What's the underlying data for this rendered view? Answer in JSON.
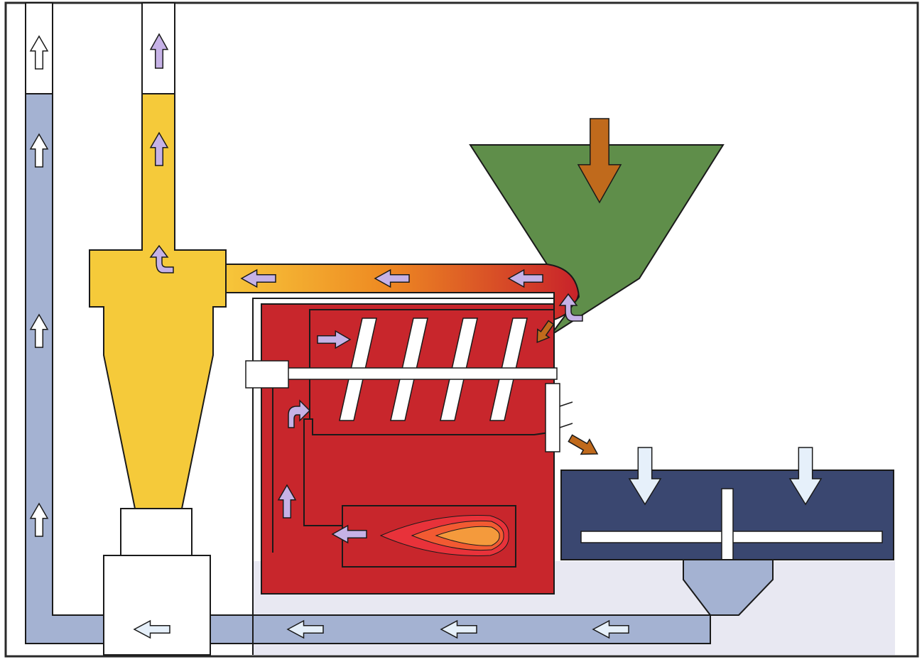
{
  "diagram": {
    "colors": {
      "frame": "#2a2a2a",
      "background": "#ffffff",
      "floor_panel": "#e8e8f2",
      "blue_air_duct": "#a4b2d2",
      "exhaust_yellow": "#f5ca3a",
      "gas_gradient_start": "#f7c63a",
      "gas_gradient_mid": "#ee8a22",
      "gas_gradient_end": "#c8222a",
      "roaster_red": "#c8262c",
      "hopper_green": "#5f8e4a",
      "cooler_navy": "#3a4770",
      "cooler_funnel": "#a4b2d2",
      "flame_outer": "#e8323a",
      "flame_mid": "#f25a32",
      "flame_inner": "#f49a3c",
      "arrow_white": "#ffffff",
      "arrow_pale_blue": "#e6f0fa",
      "arrow_lavender": "#c6b2e6",
      "arrow_brown": "#c06a1c",
      "outline": "#1a1a1a"
    },
    "components": [
      "blue-air-return-duct",
      "exhaust-chimney",
      "cyclone-separator",
      "cyclone-collector-base",
      "hot-gas-duct",
      "green-bean-hopper",
      "roasting-drum",
      "drum-paddles",
      "drum-shaft",
      "burner-chamber",
      "burner-flame",
      "discharge-door",
      "cooling-tray",
      "cooling-stirrer",
      "cooling-funnel"
    ],
    "flow_arrows": {
      "white": [
        "up",
        "up",
        "up",
        "up",
        "up"
      ],
      "lavender": [
        "up",
        "up",
        "curve-up",
        "left",
        "left",
        "left",
        "curve-up",
        "right",
        "curve-right",
        "up",
        "left"
      ],
      "brown": [
        "down",
        "diagonal-in",
        "diagonal-out"
      ],
      "pale_blue": [
        "down",
        "down",
        "left",
        "left",
        "left",
        "left"
      ]
    }
  }
}
